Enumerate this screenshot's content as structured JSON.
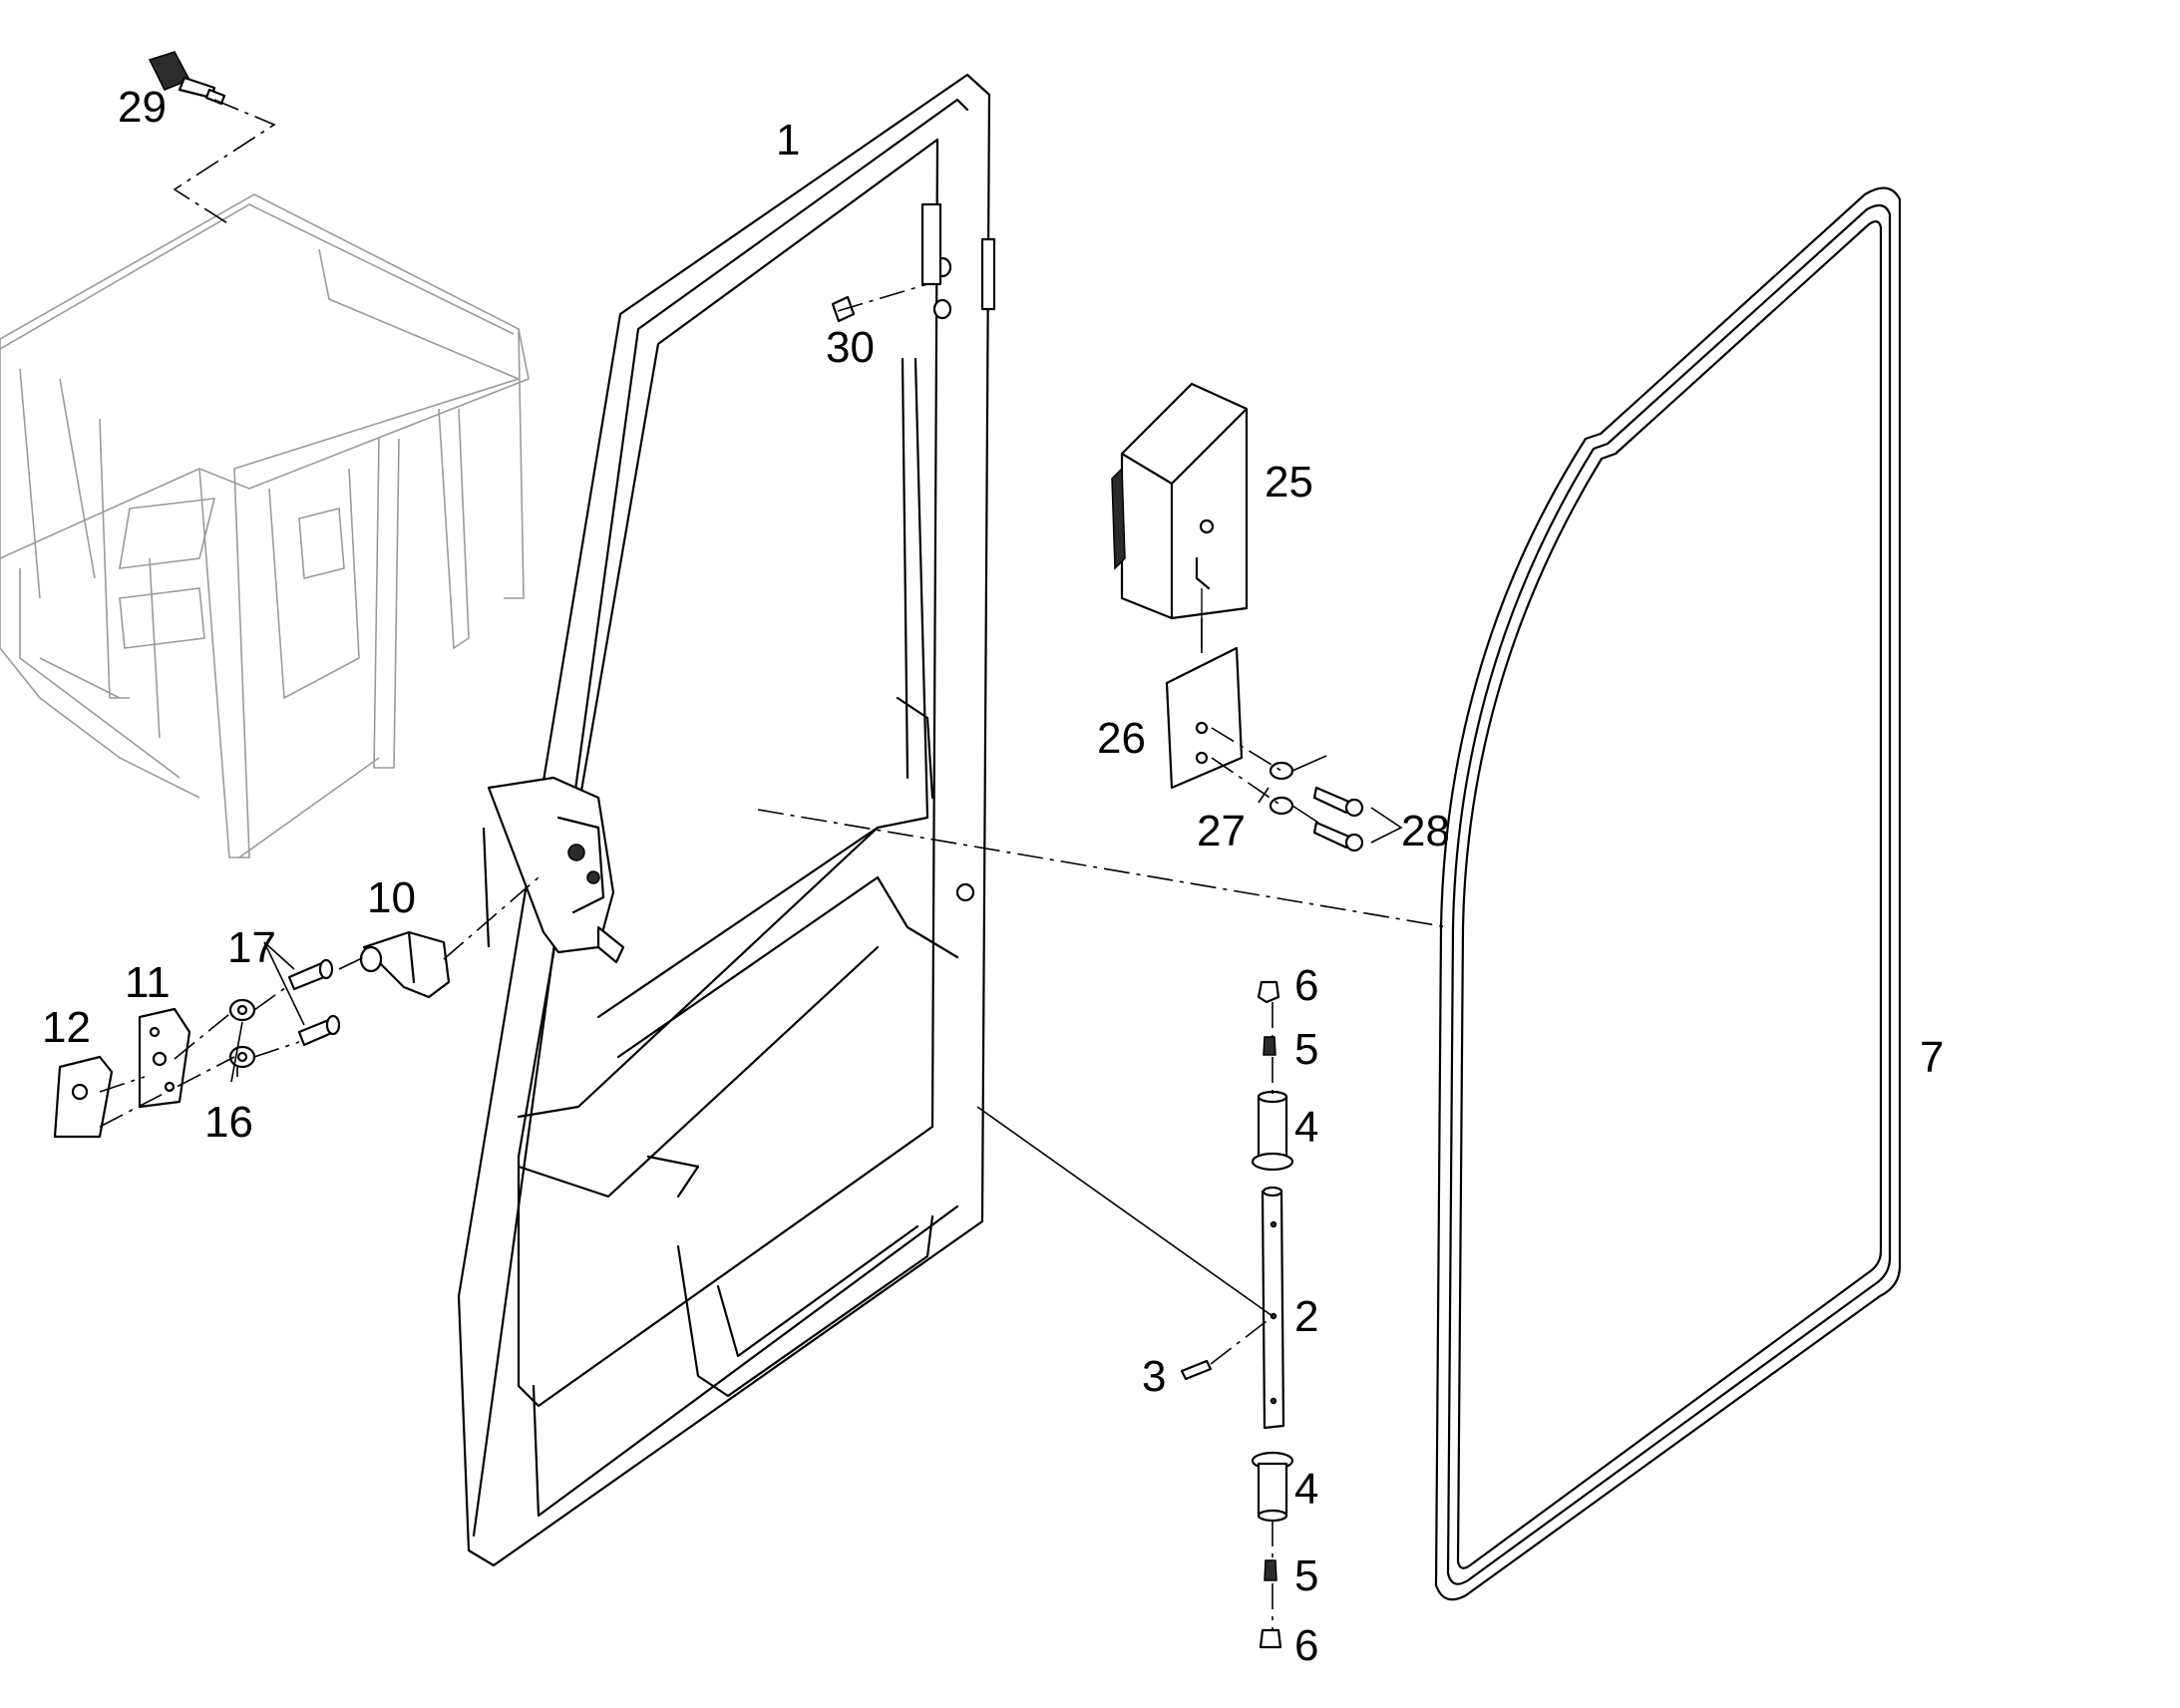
{
  "callouts": {
    "door_frame": "1",
    "pin": "2",
    "roll_pin": "3",
    "bushing_upper": "4",
    "bushing_lower": "4",
    "grease_nipple_upper": "5",
    "grease_nipple_lower": "5",
    "cap_upper": "6",
    "cap_lower": "6",
    "window_seal": "7",
    "lock_striker": "10",
    "plate": "11",
    "cover_plate": "12",
    "washer_left": "16",
    "screw_left": "17",
    "bumper_pad": "25",
    "bracket": "26",
    "washer_right": "27",
    "screw_right": "28",
    "sensor": "29",
    "plug": "30"
  }
}
